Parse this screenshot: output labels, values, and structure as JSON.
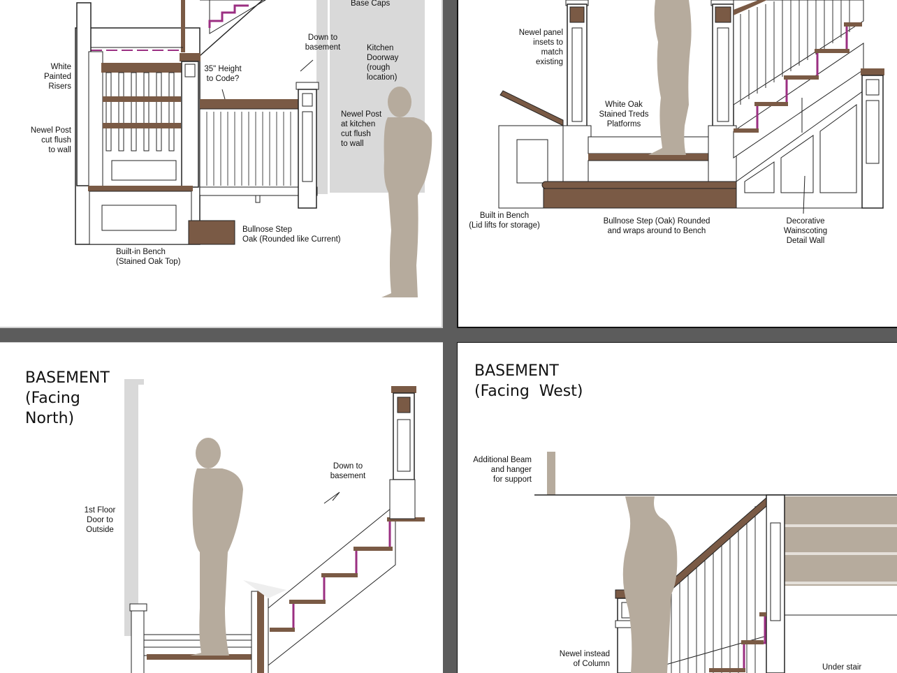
{
  "colors": {
    "oak": "#7a5a45",
    "stair_accent": "#9b2f82",
    "silhouette": "#b6ab9d",
    "trim": "#ffffff",
    "wall_gray": "#d9d9d9"
  },
  "panel1": {
    "labels": {
      "base_caps": "Base Caps",
      "down_to_basement": "Down to\nbasement",
      "kitchen_doorway": "Kitchen\nDoorway\n(rough\nlocation)",
      "height_code": "35\" Height\nto Code?",
      "white_risers": "White\nPainted\nRisers",
      "newel_flush": "Newel Post\ncut flush\nto wall",
      "newel_kitchen": "Newel Post\nat kitchen\ncut flush\nto wall",
      "bullnose": "Bullnose Step\nOak (Rounded like Current)",
      "bench": "Built-in Bench\n(Stained Oak Top)"
    }
  },
  "panel2": {
    "labels": {
      "newel_insets": "Newel panel\ninsets to\nmatch\nexisting",
      "treads": "White Oak\nStained Treds\nPlatforms",
      "bench": "Built in Bench\n(Lid lifts for storage)",
      "bullnose": "Bullnose Step (Oak) Rounded\nand wraps around to Bench",
      "wainscot": "Decorative\nWainscoting\nDetail Wall"
    }
  },
  "panel3": {
    "title": "BASEMENT\n(Facing\nNorth)",
    "labels": {
      "door": "1st Floor\nDoor to\nOutside",
      "down": "Down to\nbasement"
    }
  },
  "panel4": {
    "title": "BASEMENT\n(Facing  West)",
    "labels": {
      "beam": "Additional Beam\nand hanger\nfor support",
      "newel": "Newel instead\nof Column",
      "under": "Under stair"
    }
  }
}
